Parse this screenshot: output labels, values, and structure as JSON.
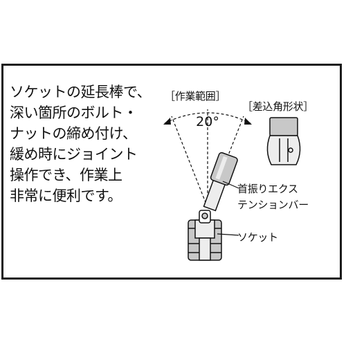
{
  "description": {
    "lines": [
      "ソケットの延長棒で、",
      "深い箇所のボルト・",
      "ナットの締め付け、",
      "緩め時にジョイント",
      "操作でき、作業上",
      "非常に便利です。"
    ]
  },
  "labels": {
    "range": "［作業範囲］",
    "angle": "20°",
    "square_shape": "［差込角形状］",
    "bar_line1": "首振りエクス",
    "bar_line2": "テンションバー",
    "socket": "ソケット"
  },
  "colors": {
    "border": "#1a1a1a",
    "fill_gray": "#c8c8c8",
    "fill_light": "#ededed",
    "stroke": "#111111"
  }
}
